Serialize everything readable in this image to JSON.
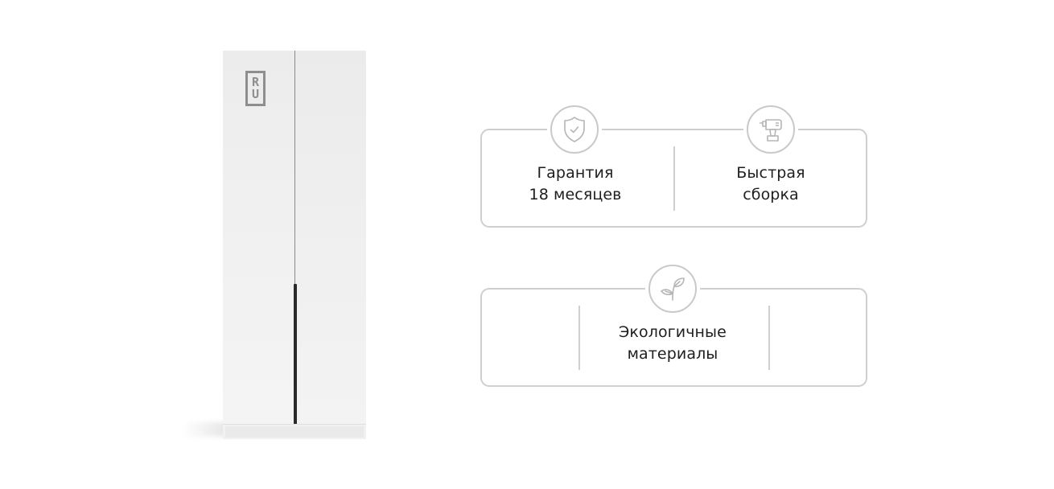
{
  "product": {
    "name": "wardrobe",
    "logo": {
      "line1": "R",
      "line2": "U"
    },
    "colors": {
      "body": "#efefef",
      "handle": "#2a2a2a",
      "logo": "#8e8e8e"
    }
  },
  "features": [
    {
      "icon": "shield-check-icon",
      "line1": "Гарантия",
      "line2": "18 месяцев"
    },
    {
      "icon": "drill-icon",
      "line1": "Быстрая",
      "line2": "сборка"
    },
    {
      "icon": "sprout-leaf-icon",
      "line1": "Экологичные",
      "line2": "материалы"
    }
  ],
  "colors": {
    "border": "#cfcfcf",
    "icon": "#b5b5b5",
    "text": "#1e1e1e"
  }
}
